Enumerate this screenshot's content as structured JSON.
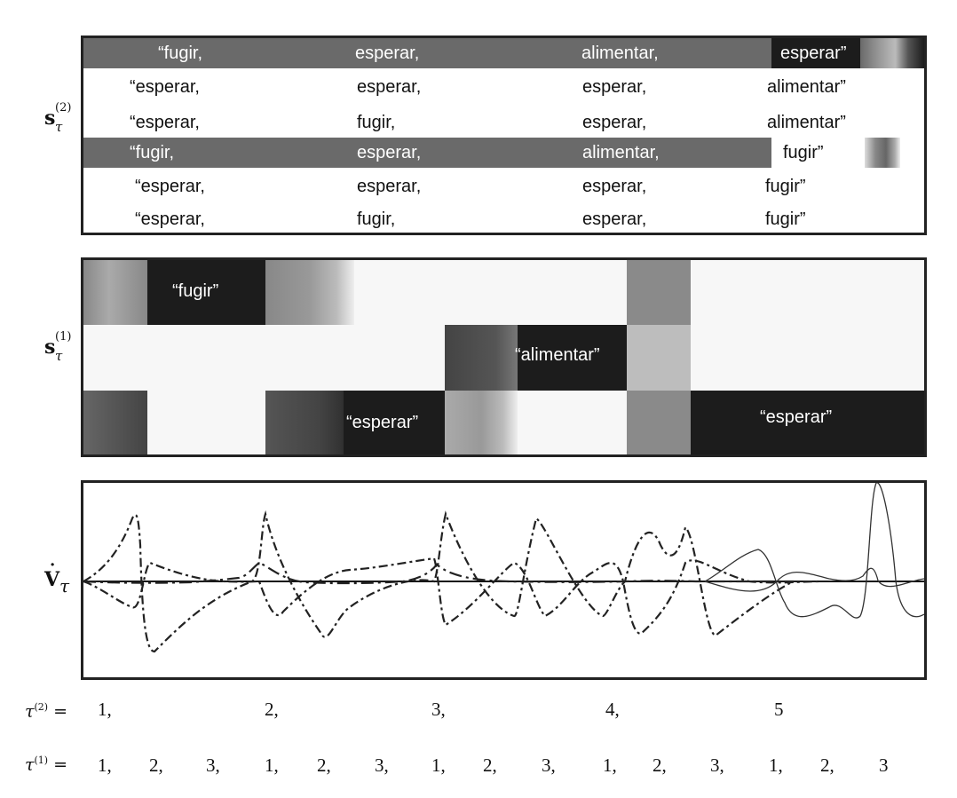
{
  "labels": {
    "s2": {
      "symbol": "s",
      "sub": "τ",
      "sup": "(2)"
    },
    "s1": {
      "symbol": "s",
      "sub": "τ",
      "sup": "(1)"
    },
    "v": {
      "symbol": "V",
      "sub": "τ"
    },
    "tau2": {
      "symbol": "τ",
      "sup": "(2)",
      "eq": "="
    },
    "tau1": {
      "symbol": "τ",
      "sup": "(1)",
      "eq": "="
    }
  },
  "top_rows": [
    {
      "style": "dark",
      "words": [
        "“fugir,",
        "esperar,",
        "alimentar,",
        "esperar”"
      ]
    },
    {
      "style": "light",
      "words": [
        "“esperar,",
        "esperar,",
        "esperar,",
        "alimentar”"
      ]
    },
    {
      "style": "light",
      "words": [
        "“esperar,",
        "fugir,",
        "esperar,",
        "alimentar”"
      ]
    },
    {
      "style": "dark",
      "words": [
        "“fugir,",
        "esperar,",
        "alimentar,",
        "fugir”"
      ]
    },
    {
      "style": "light",
      "words": [
        "“esperar,",
        "esperar,",
        "esperar,",
        "fugir”"
      ]
    },
    {
      "style": "light",
      "words": [
        "“esperar,",
        "fugir,",
        "esperar,",
        "fugir”"
      ]
    }
  ],
  "middle_labels": {
    "fugir": "“fugir”",
    "alimentar": "“alimentar”",
    "esperar1": "“esperar”",
    "esperar2": "“esperar”"
  },
  "tau2_values": [
    "1,",
    "2,",
    "3,",
    "4,",
    "5"
  ],
  "tau1_values": [
    "1,",
    "2,",
    "3,",
    "1,",
    "2,",
    "3,",
    "1,",
    "2,",
    "3,",
    "1,",
    "2,",
    "3,",
    "1,",
    "2,",
    "3"
  ]
}
